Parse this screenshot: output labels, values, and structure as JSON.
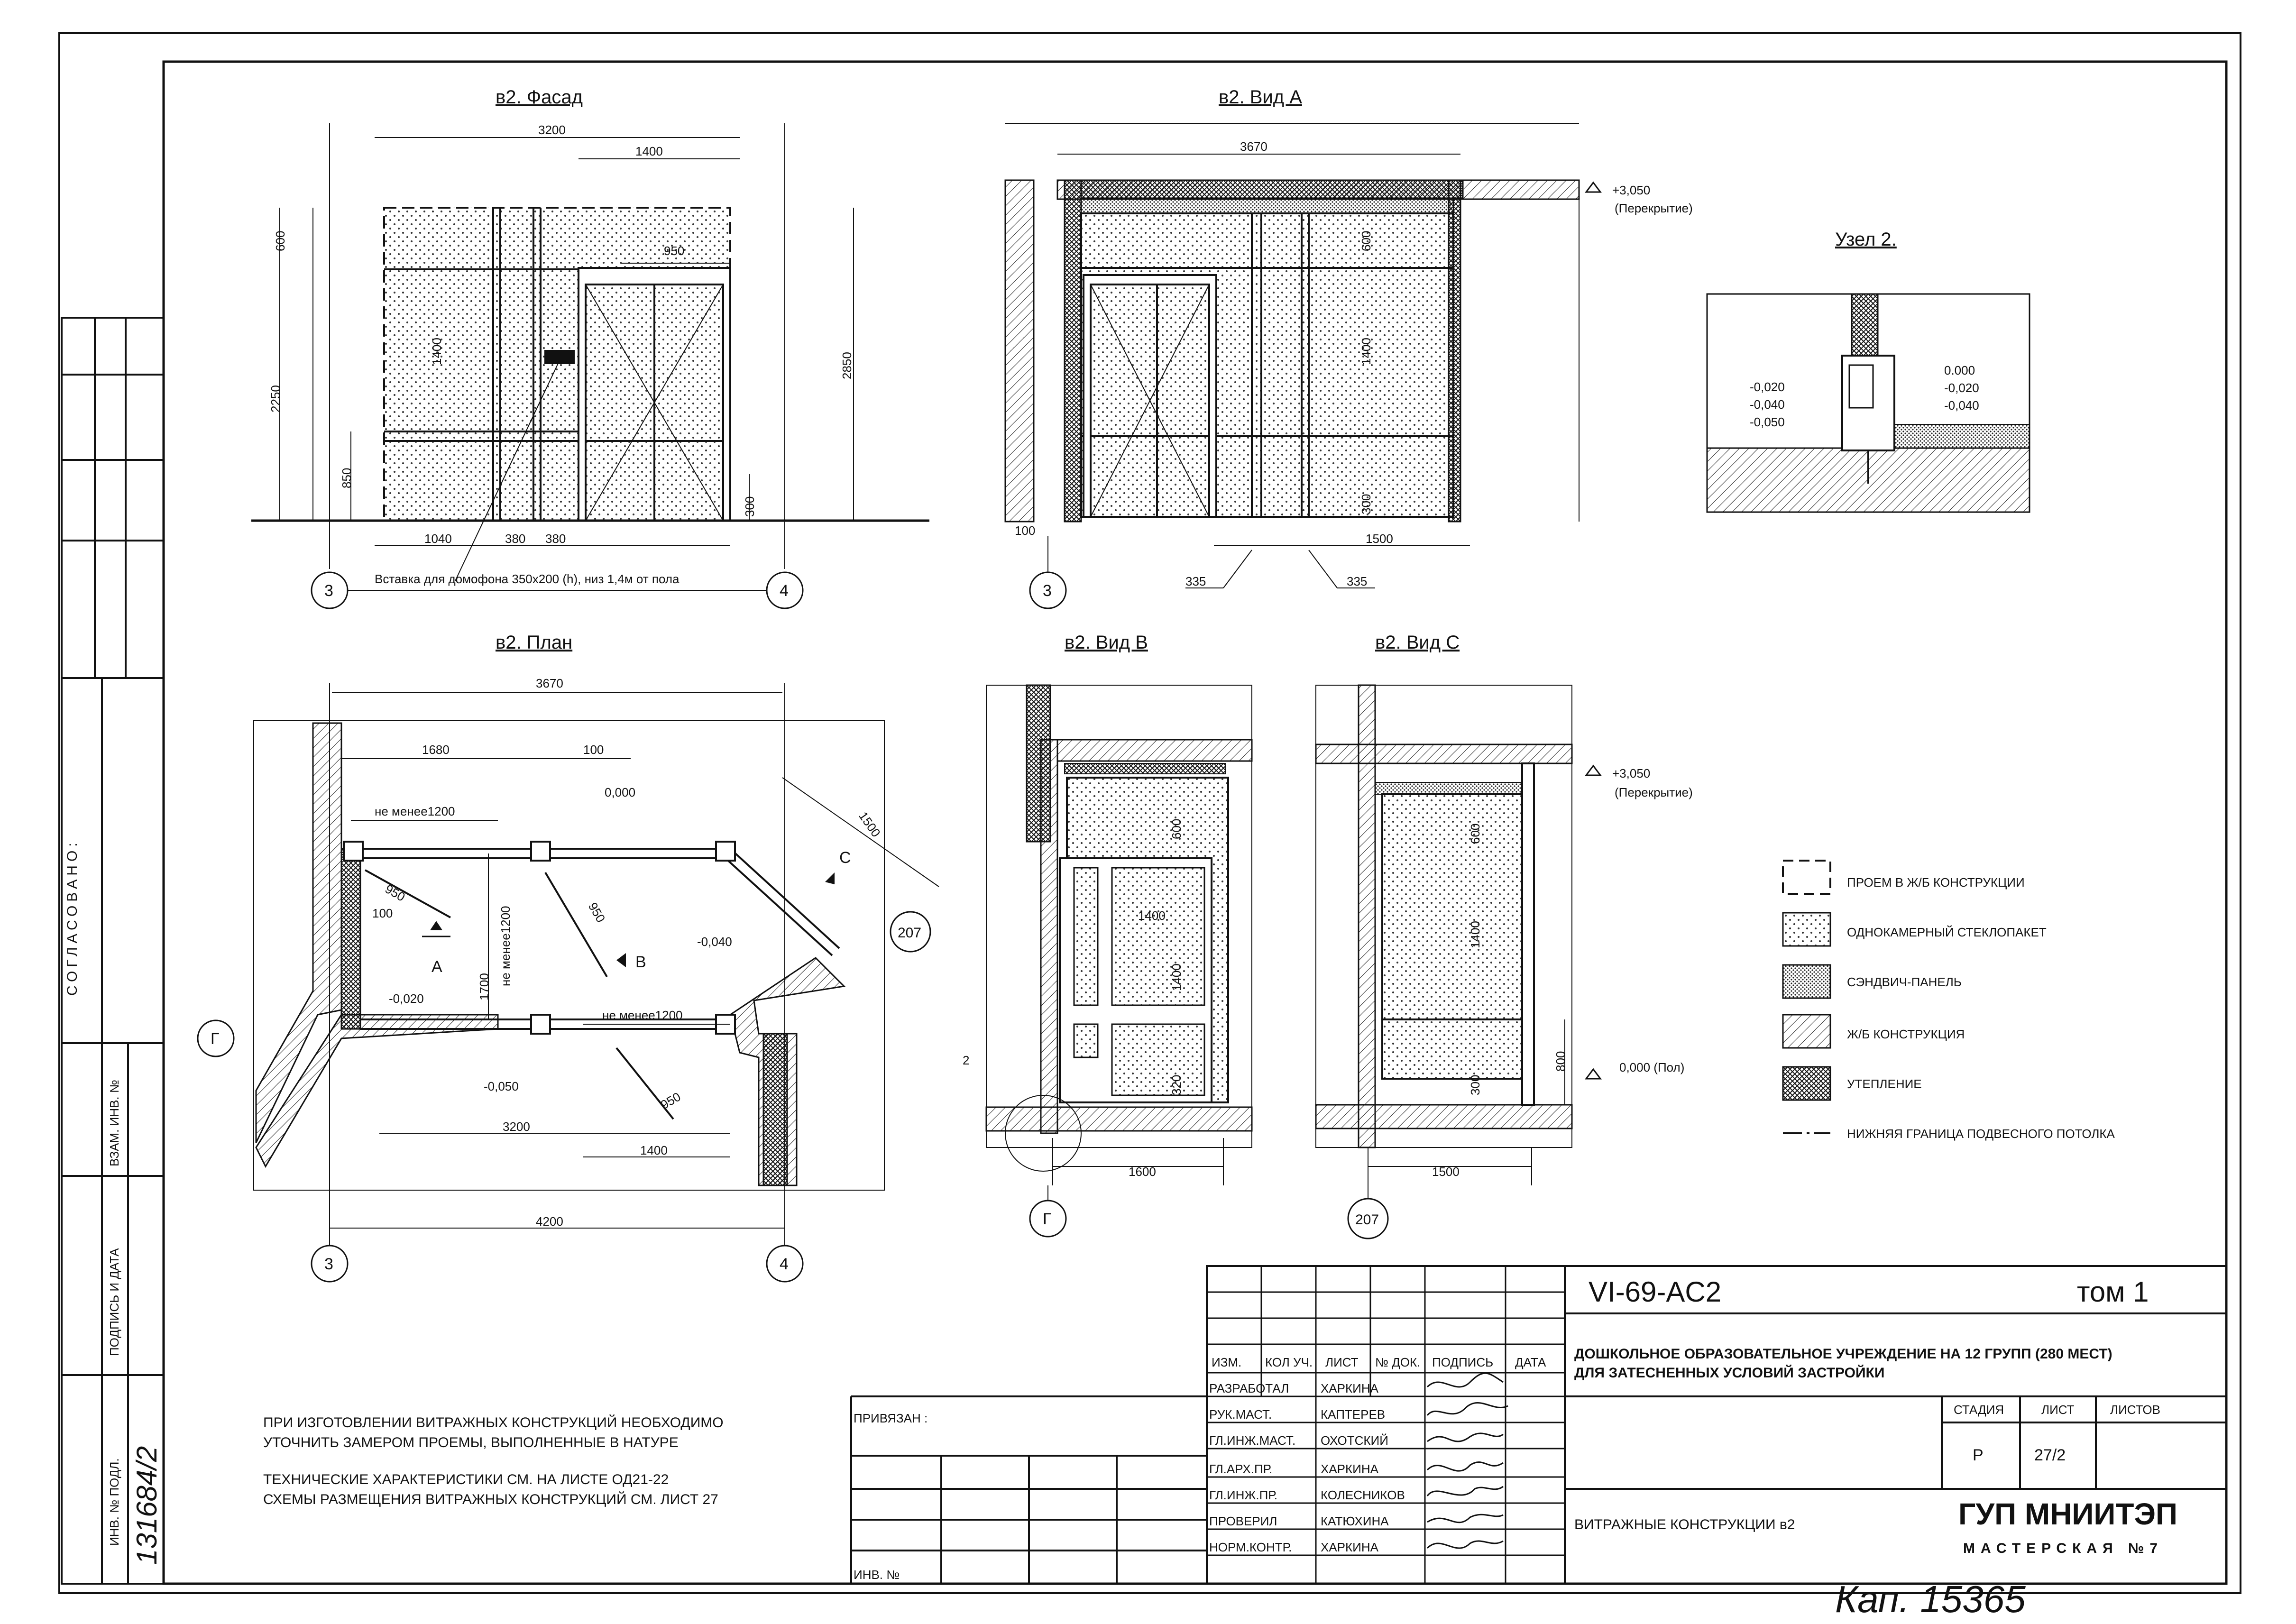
{
  "views": {
    "facade": {
      "title": "в2. Фасад",
      "dims": {
        "width": "3200",
        "top_width": "1400",
        "door": "950",
        "top": "600",
        "h1400": "1400",
        "left_h": "2250",
        "right_h": "2850",
        "sill": "850",
        "bottom": "300",
        "b1": "1040",
        "b2": "380",
        "b3": "380"
      },
      "note": "Вставка для домофона 350х200 (h), низ 1,4м от пола",
      "axes": [
        "3",
        "4"
      ]
    },
    "vida": {
      "title": "в2. Вид А",
      "dims": {
        "width": "3670",
        "h600": "600",
        "h1400": "1400",
        "h300": "300",
        "w1500": "1500",
        "d100": "100",
        "d335a": "335",
        "d335b": "335"
      },
      "level": "+3,050",
      "level_note": "(Перекрытие)",
      "axis": "3"
    },
    "node": {
      "title": "Узел 2.",
      "left_levels": [
        "-0,020",
        "-0,040",
        "-0,050"
      ],
      "right_levels": [
        "0.000",
        "-0,020",
        "-0,040"
      ]
    },
    "plan": {
      "title": "в2. План",
      "dims": {
        "top": "3670",
        "d1680": "1680",
        "d100": "100",
        "min1": "не менее1200",
        "min2": "не менее1200",
        "min3": "не менее1200",
        "d950a": "950",
        "d950b": "950",
        "d950c": "950",
        "d100b": "100",
        "d1700": "1700",
        "d3200": "3200",
        "d1400": "1400",
        "d4200": "4200",
        "d1500": "1500"
      },
      "levels": [
        "0,000",
        "-0,040",
        "-0,020",
        "-0,050"
      ],
      "marks": [
        "А",
        "В",
        "С"
      ],
      "axes": [
        "Г",
        "207",
        "3",
        "4"
      ]
    },
    "vidb": {
      "title": "в2. Вид В",
      "dims": {
        "h600": "600",
        "w1400": "1400",
        "h1400": "1400",
        "h320": "320",
        "w1600": "1600"
      },
      "node_ref": "2",
      "axis": "Г"
    },
    "vidc": {
      "title": "в2. Вид С",
      "dims": {
        "h600": "600",
        "h1400": "1400",
        "h800": "800",
        "h300": "300",
        "w1500": "1500"
      },
      "level": "+3,050",
      "level_note": "(Перекрытие)",
      "floor": "0,000 (Пол)",
      "axis": "207"
    }
  },
  "legend": [
    {
      "label": "ПРОЕМ В Ж/Б КОНСТРУКЦИИ",
      "pattern": "dashed"
    },
    {
      "label": "ОДНОКАМЕРНЫЙ СТЕКЛОПАКЕТ",
      "pattern": "dots"
    },
    {
      "label": "СЭНДВИЧ-ПАНЕЛЬ",
      "pattern": "dense"
    },
    {
      "label": "Ж/Б КОНСТРУКЦИЯ",
      "pattern": "hatch"
    },
    {
      "label": "УТЕПЛЕНИЕ",
      "pattern": "cross"
    },
    {
      "label": "НИЖНЯЯ ГРАНИЦА ПОДВЕСНОГО ПОТОЛКА",
      "pattern": "dashdot"
    }
  ],
  "notes": [
    "ПРИ ИЗГОТОВЛЕНИИ ВИТРАЖНЫХ КОНСТРУКЦИЙ НЕОБХОДИМО",
    "УТОЧНИТЬ ЗАМЕРОМ ПРОЕМЫ, ВЫПОЛНЕННЫЕ В НАТУРЕ",
    "ТЕХНИЧЕСКИЕ ХАРАКТЕРИСТИКИ СМ. НА ЛИСТЕ ОД21-22",
    "СХЕМЫ РАЗМЕЩЕНИЯ ВИТРАЖНЫХ КОНСТРУКЦИЙ СМ. ЛИСТ 27"
  ],
  "left_strip": {
    "agreed": "СОГЛАСОВАНО:",
    "vzam": "ВЗАМ. ИНВ. №",
    "podpis": "ПОДПИСЬ И ДАТА",
    "inv": "ИНВ. № ПОДЛ.",
    "inv_value": "131684/2"
  },
  "title_block": {
    "code": "VI-69-AC2",
    "volume": "том 1",
    "project": [
      "ДОШКОЛЬНОЕ ОБРАЗОВАТЕЛЬНОЕ УЧРЕЖДЕНИЕ НА 12 ГРУПП (280 МЕСТ)",
      "ДЛЯ ЗАТЕСНЕННЫХ УСЛОВИЙ ЗАСТРОЙКИ"
    ],
    "sheet_name": "ВИТРАЖНЫЕ КОНСТРУКЦИИ  в2",
    "headers": [
      "ИЗМ.",
      "КОЛ УЧ.",
      "ЛИСТ",
      "№ ДОК.",
      "ПОДПИСЬ",
      "ДАТА"
    ],
    "roles": [
      {
        "role": "РАЗРАБОТАЛ",
        "name": "ХАРКИНА"
      },
      {
        "role": "РУК.МАСТ.",
        "name": "КАПТЕРЕВ"
      },
      {
        "role": "ГЛ.ИНЖ.МАСТ.",
        "name": "ОХОТСКИЙ"
      },
      {
        "role": "ГЛ.АРХ.ПР.",
        "name": "ХАРКИНА"
      },
      {
        "role": "ГЛ.ИНЖ.ПР.",
        "name": "КОЛЕСНИКОВ"
      },
      {
        "role": "ПРОВЕРИЛ",
        "name": "КАТЮХИНА"
      },
      {
        "role": "НОРМ.КОНТР.",
        "name": "ХАРКИНА"
      }
    ],
    "stage_label": "СТАДИЯ",
    "sheet_label": "ЛИСТ",
    "sheets_label": "ЛИСТОВ",
    "stage": "Р",
    "sheet": "27/2",
    "firm": "ГУП МНИИТЭП",
    "workshop": "МАСТЕРСКАЯ  №7",
    "privyazan": "ПРИВЯЗАН :",
    "inv": "ИНВ. №"
  },
  "handwritten": "Кап. 15365"
}
